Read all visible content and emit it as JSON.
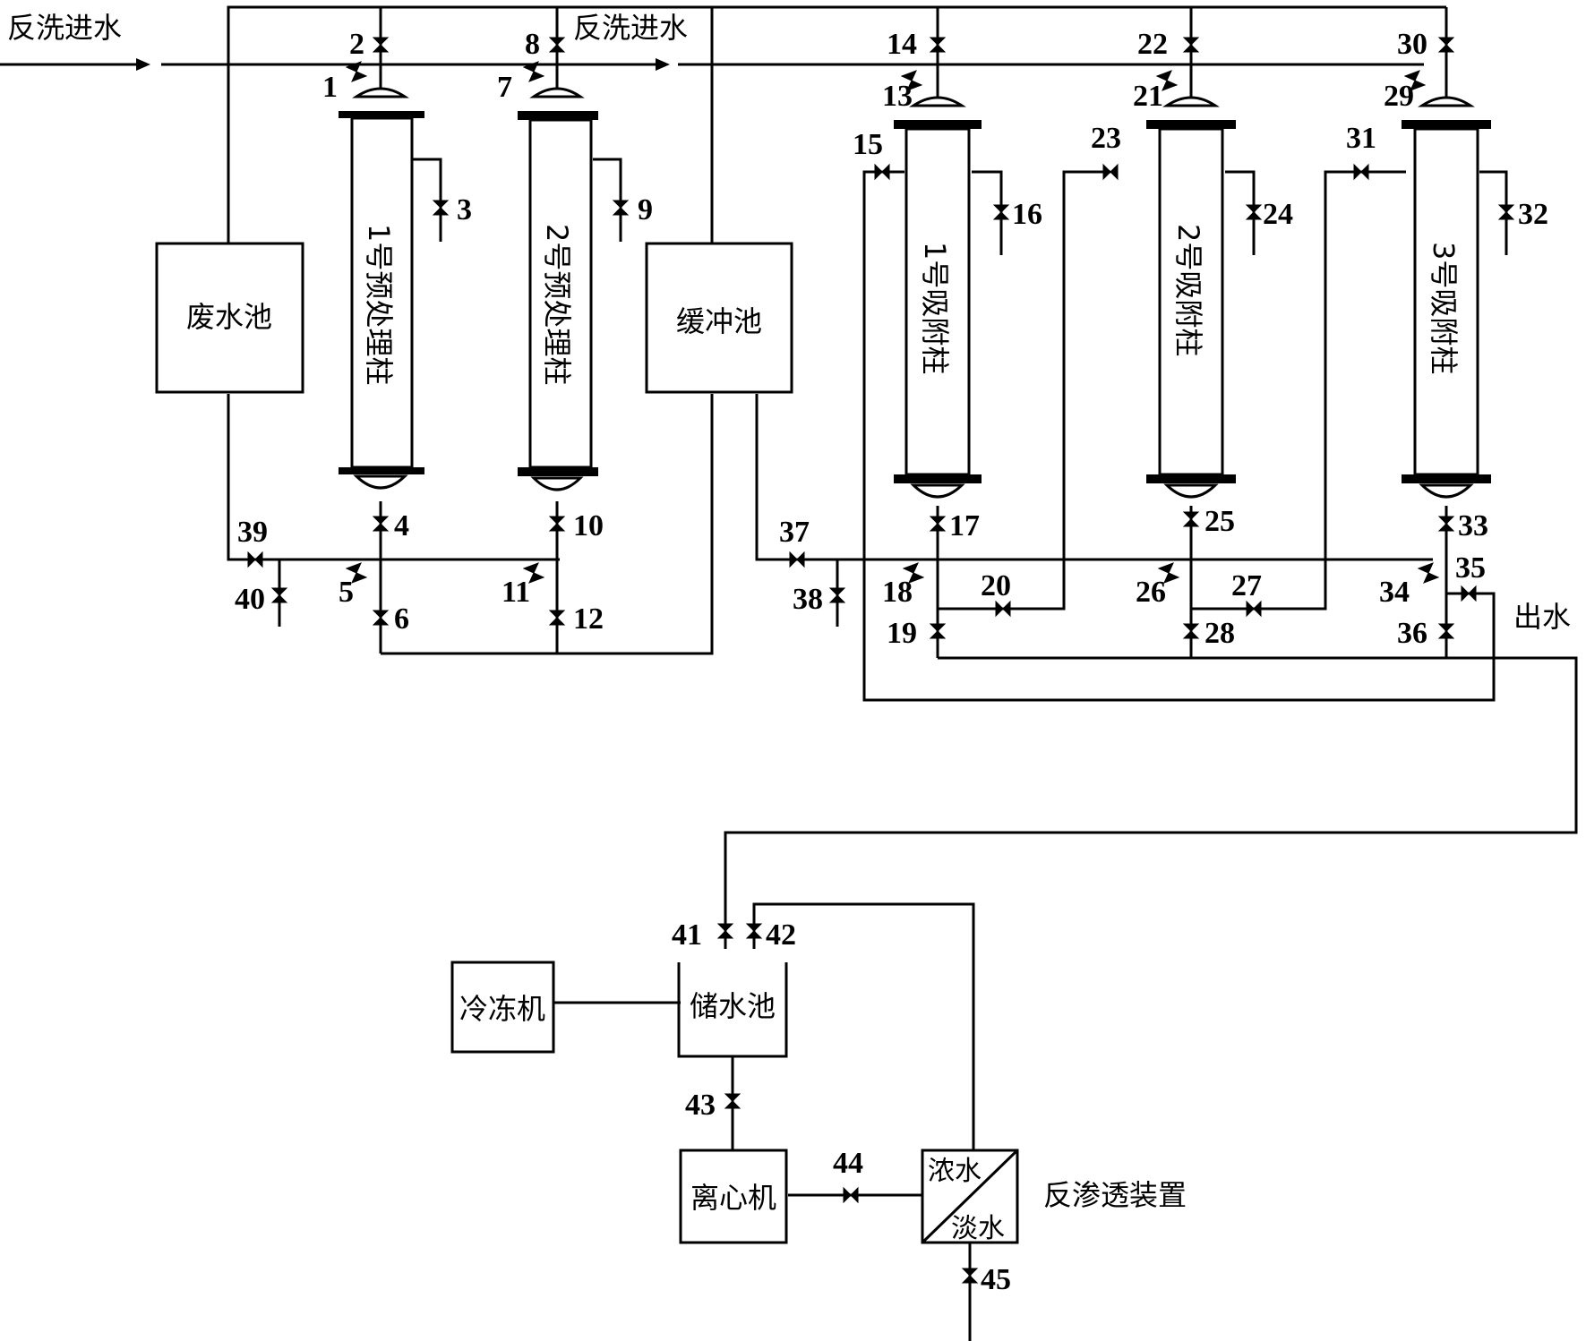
{
  "inlet_labels": {
    "backwash_in_1": "反洗进水",
    "backwash_in_2": "反洗进水",
    "outlet": "出水"
  },
  "units": {
    "waste_pool": "废水池",
    "buffer_pool": "缓冲池",
    "storage_pool": "储水池",
    "chiller": "冷冻机",
    "centrifuge": "离心机",
    "ro_device": "反渗透装置",
    "ro_concentrate": "浓水",
    "ro_fresh": "淡水"
  },
  "columns": {
    "pre1": "1号预处理柱",
    "pre2": "2号预处理柱",
    "ads1": "1号吸附柱",
    "ads2": "2号吸附柱",
    "ads3": "3号吸附柱"
  },
  "valves": [
    "1",
    "2",
    "3",
    "4",
    "5",
    "6",
    "7",
    "8",
    "9",
    "10",
    "11",
    "12",
    "13",
    "14",
    "15",
    "16",
    "17",
    "18",
    "19",
    "20",
    "21",
    "22",
    "23",
    "24",
    "25",
    "26",
    "27",
    "28",
    "29",
    "30",
    "31",
    "32",
    "33",
    "34",
    "35",
    "36",
    "37",
    "38",
    "39",
    "40",
    "41",
    "42",
    "43",
    "44",
    "45"
  ]
}
